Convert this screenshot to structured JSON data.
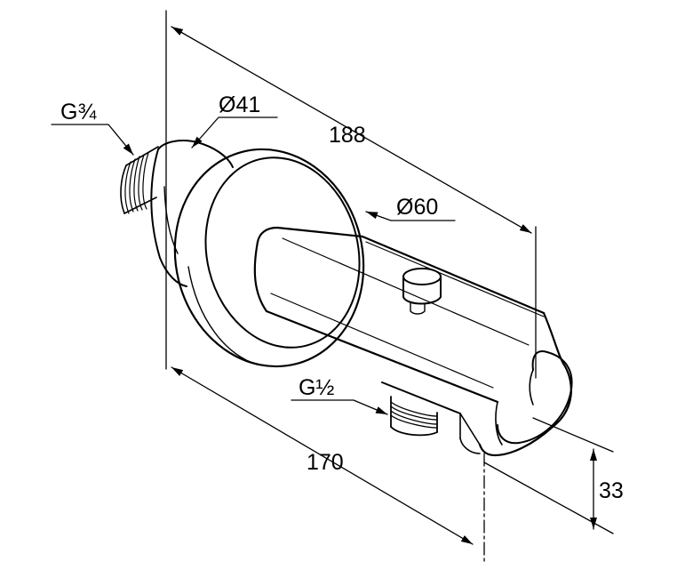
{
  "drawing": {
    "labels": {
      "thread_inlet": "G¾",
      "diameter_body": "Ø41",
      "overall_length": "188",
      "diameter_rosette": "Ø60",
      "thread_outlet": "G½",
      "mount_length": "170",
      "outlet_height": "33"
    },
    "colors": {
      "line": "#000000",
      "background": "#ffffff"
    }
  }
}
